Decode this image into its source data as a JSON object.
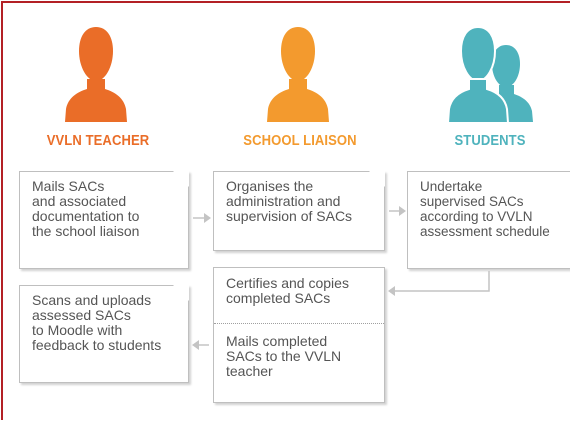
{
  "colors": {
    "frame": "#b32025",
    "teacher": "#ea6d28",
    "liaison": "#f39a2e",
    "students": "#4fb3bd",
    "box_border": "#bfbfbf",
    "box_text": "#555555",
    "arrow": "#c4c4c4"
  },
  "roles": {
    "teacher": {
      "icon": "person-icon",
      "title": "VVLN TEACHER"
    },
    "liaison": {
      "icon": "person-icon",
      "title": "SCHOOL LIAISON"
    },
    "students": {
      "icon": "group-icon",
      "title": "STUDENTS"
    }
  },
  "steps": {
    "teacher_mail": "Mails SACs\nand associated\ndocumentation to\nthe school liaison",
    "liaison_organise": "Organises the\nadministration and\nsupervision of SACs",
    "students_undertake": "Undertake\nsupervised SACs\naccording to VVLN\nassessment schedule",
    "liaison_certify": "Certifies and copies\ncompleted SACs",
    "liaison_mail": "Mails completed\nSACs to the VVLN\nteacher",
    "teacher_scan": "Scans and uploads\nassessed SACs\nto Moodle with\nfeedback to students"
  }
}
